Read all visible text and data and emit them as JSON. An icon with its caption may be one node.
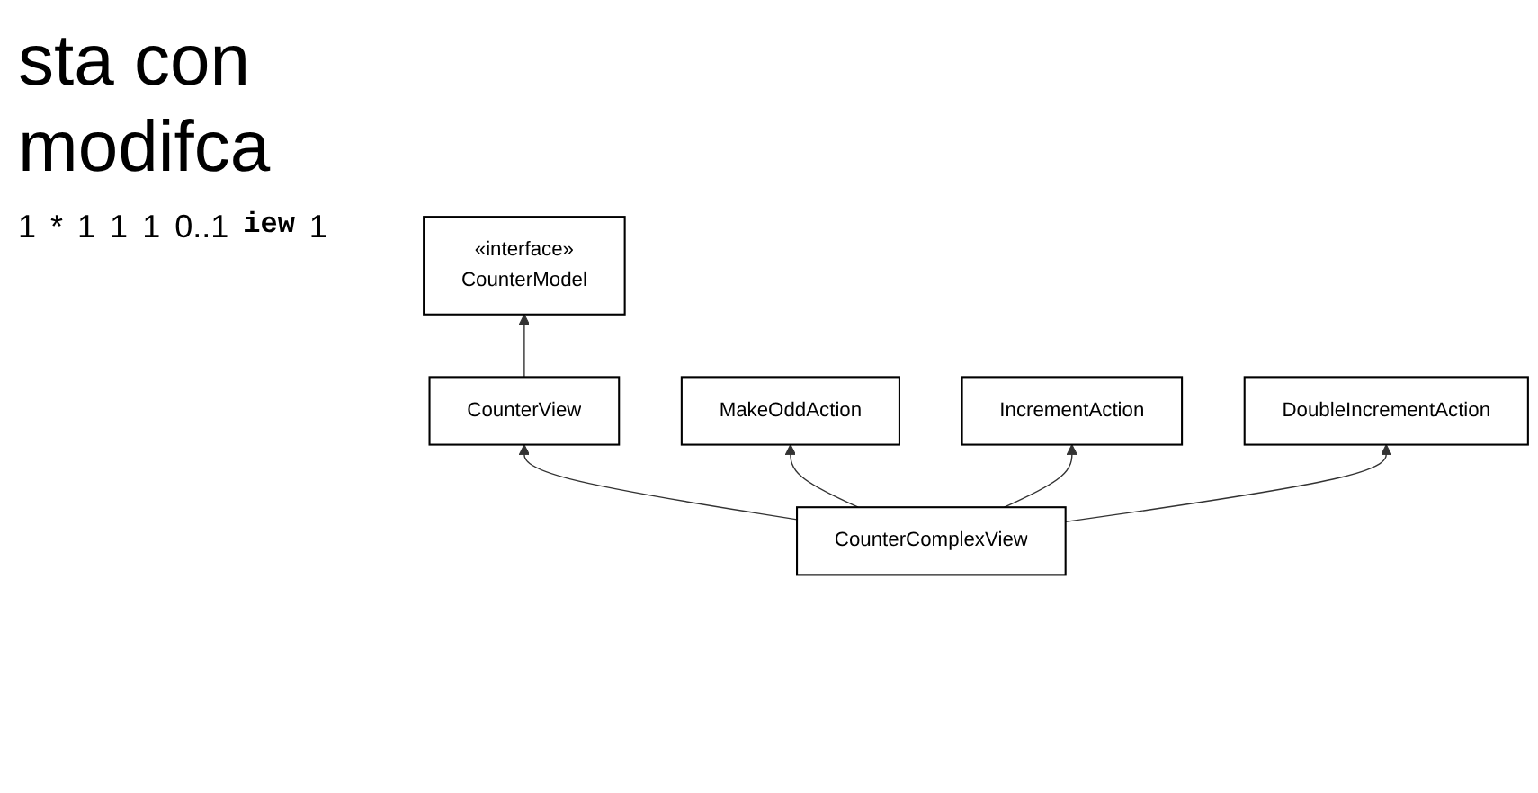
{
  "diagram": {
    "nodes": [
      {
        "text": [
          "«interface»",
          "CounterModel"
        ]
      },
      {
        "text": [
          "CounterView"
        ]
      },
      {
        "text": [
          "MakeOddAction"
        ]
      },
      {
        "text": [
          "IncrementAction"
        ]
      },
      {
        "text": [
          "CounterComplexView"
        ]
      },
      {
        "text": [
          "DoubleIncrementAction"
        ]
      }
    ],
    "edges": [
      {
        "from": 1,
        "to": 0,
        "arrow": "to"
      },
      {
        "from": 4,
        "to": 1,
        "arrow": "to"
      },
      {
        "from": 4,
        "to": 2,
        "arrow": "to"
      },
      {
        "from": 4,
        "to": 3,
        "arrow": "to"
      },
      {
        "from": 4,
        "to": 5,
        "arrow": "to"
      }
    ],
    "labels": [
      "sta con",
      "modifca",
      "1",
      "*",
      "1",
      "1",
      "1",
      "0..1",
      "iew",
      "1"
    ]
  }
}
